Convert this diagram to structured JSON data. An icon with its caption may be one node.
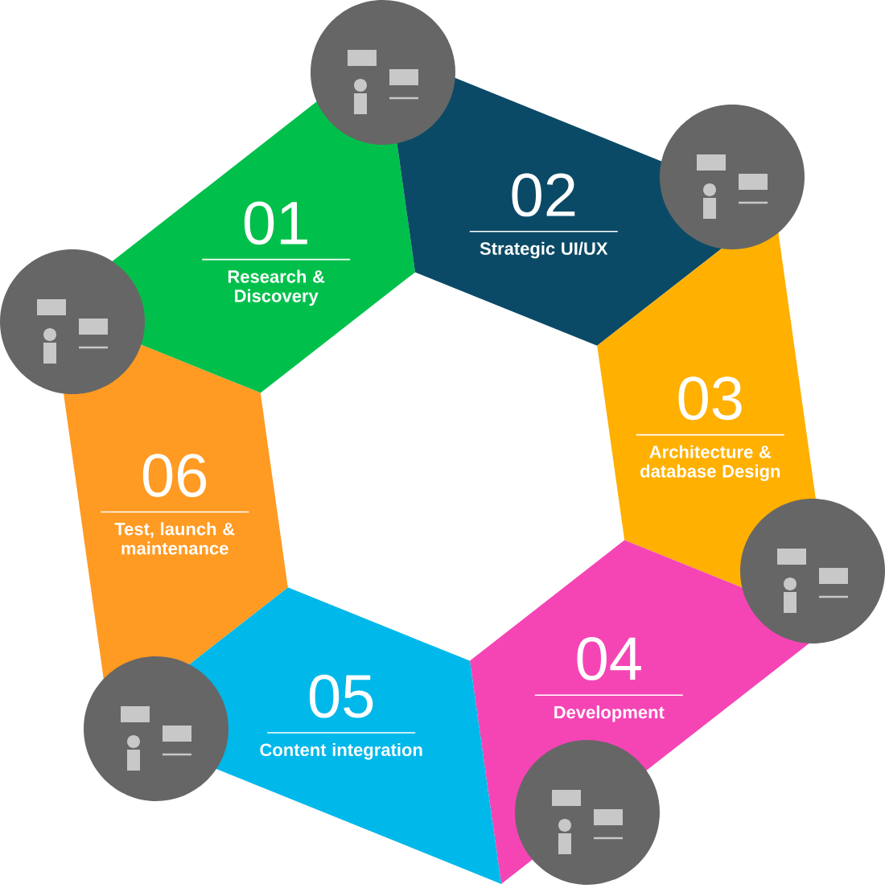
{
  "diagram": {
    "nodes": [
      {
        "text": [
          "01",
          "Research & Discovery"
        ]
      },
      {
        "text": [
          "02",
          "Strategic UI/UX"
        ]
      },
      {
        "text": [
          "03",
          "Architecture & database Design"
        ]
      },
      {
        "text": [
          "04",
          "Development"
        ]
      },
      {
        "text": [
          "05",
          "Content integration"
        ]
      },
      {
        "text": [
          "06",
          "Test, launch & maintenance"
        ]
      }
    ]
  }
}
